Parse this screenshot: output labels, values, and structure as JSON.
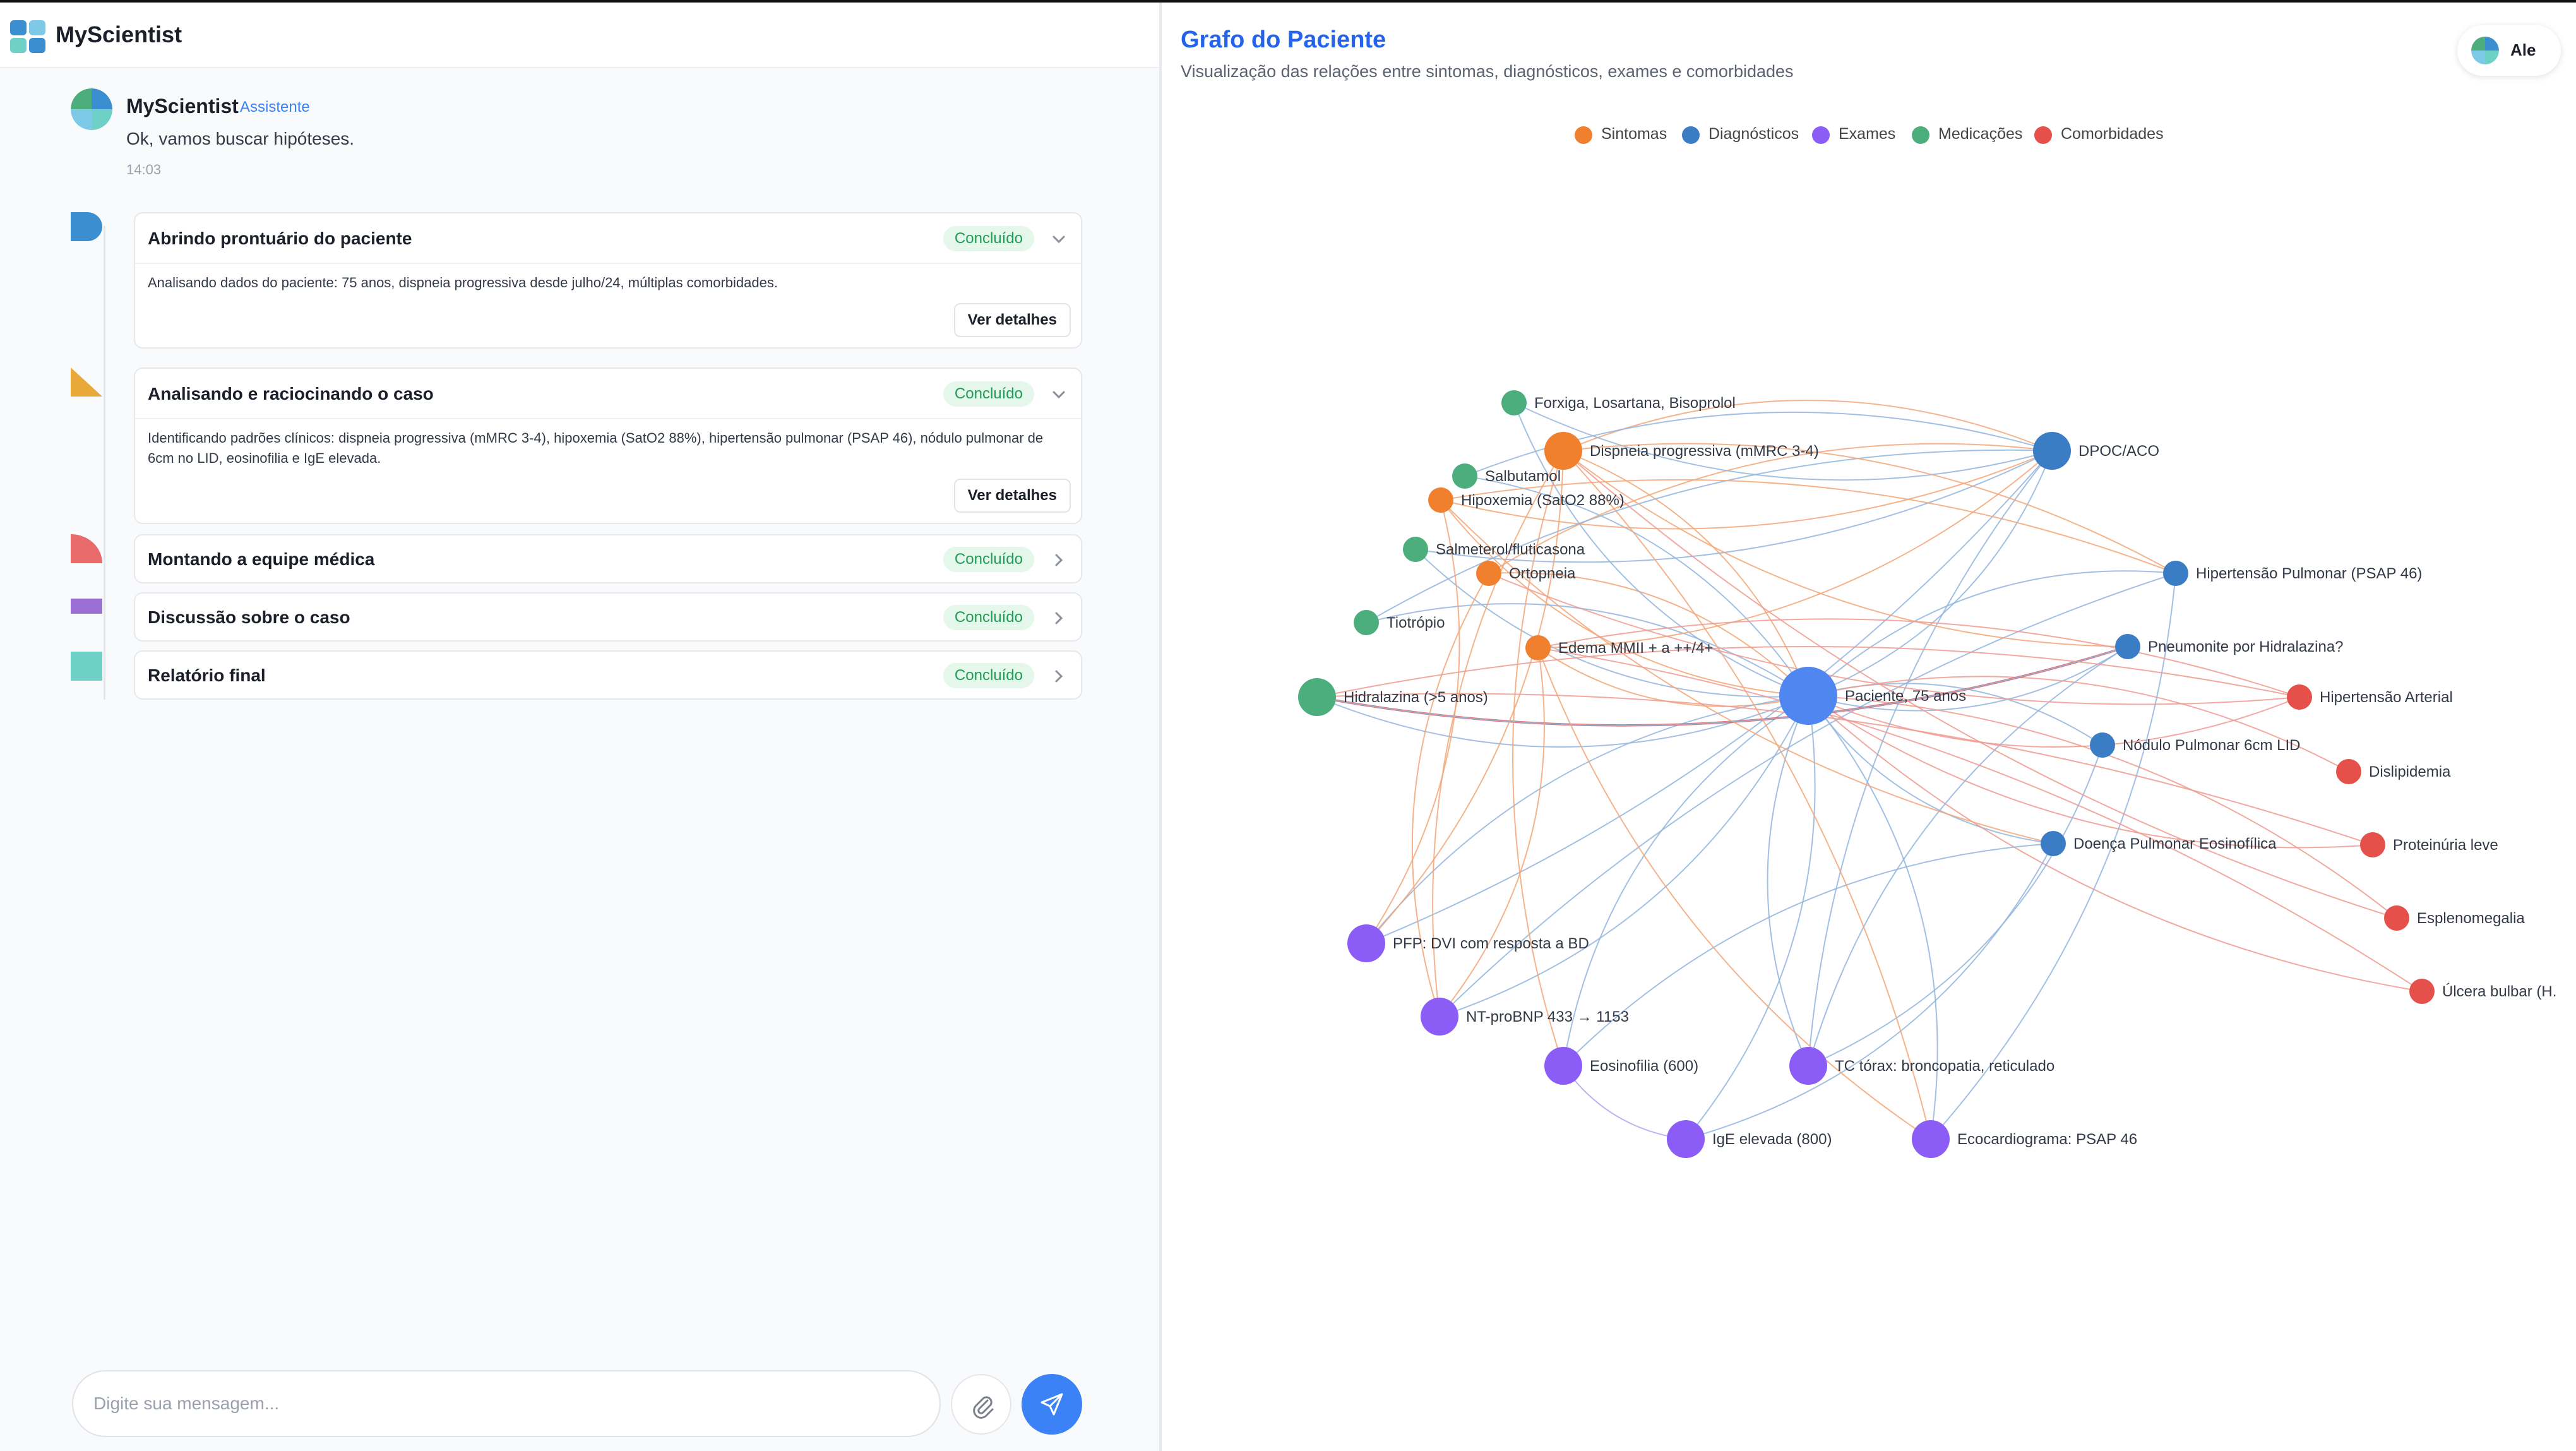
{
  "app": {
    "name": "MyScientist",
    "logo_icon": "myscientist-logo-icon"
  },
  "message": {
    "sender": "MyScientist",
    "role": "Assistente",
    "text": "Ok, vamos buscar hipóteses.",
    "time": "14:03"
  },
  "steps": [
    {
      "title": "Abrindo prontuário do paciente",
      "status": "Concluído",
      "expanded": true,
      "body": "Analisando dados do paciente: 75 anos, dispneia progressiva desde julho/24, múltiplas comorbidades.",
      "details_label": "Ver detalhes",
      "marker_color": "#3b8ed0"
    },
    {
      "title": "Analisando e raciocinando o caso",
      "status": "Concluído",
      "expanded": true,
      "body": "Identificando padrões clínicos: dispneia progressiva (mMRC 3-4), hipoxemia (SatO2 88%), hipertensão pulmonar (PSAP 46), nódulo pulmonar de 6cm no LID, eosinofilia e IgE elevada.",
      "details_label": "Ver detalhes",
      "marker_color": "#e9a93a"
    },
    {
      "title": "Montando a equipe médica",
      "status": "Concluído",
      "expanded": false,
      "marker_color": "#e86a6a"
    },
    {
      "title": "Discussão sobre o caso",
      "status": "Concluído",
      "expanded": false,
      "marker_color": "#9b6fd6"
    },
    {
      "title": "Relatório final",
      "status": "Concluído",
      "expanded": false,
      "marker_color": "#6fd0c8"
    }
  ],
  "composer": {
    "placeholder": "Digite sua mensagem...",
    "value": "",
    "attach_icon": "paperclip-icon",
    "send_icon": "send-icon"
  },
  "graph_panel": {
    "title": "Grafo do Paciente",
    "subtitle": "Visualização das relações entre sintomas, diagnósticos, exames e comorbidades",
    "user": "Ale"
  },
  "legend": [
    {
      "key": "sintomas",
      "label": "Sintomas",
      "color": "#f07f2e"
    },
    {
      "key": "diagnosticos",
      "label": "Diagnósticos",
      "color": "#3b7dc4"
    },
    {
      "key": "exames",
      "label": "Exames",
      "color": "#8b5cf6"
    },
    {
      "key": "medicacoes",
      "label": "Medicações",
      "color": "#4cae7c"
    },
    {
      "key": "comorbidades",
      "label": "Comorbidades",
      "color": "#e5504a"
    }
  ],
  "graph": {
    "nodes": [
      {
        "id": "pac",
        "label": "Paciente, 75 anos",
        "group": "diagnosticos",
        "color": "#4f86f0",
        "size": "large"
      },
      {
        "id": "dpoc",
        "label": "DPOC/ACO",
        "group": "diagnosticos",
        "size": "medium"
      },
      {
        "id": "hp",
        "label": "Hipertensão Pulmonar (PSAP 46)",
        "group": "diagnosticos"
      },
      {
        "id": "pneum",
        "label": "Pneumonite por Hidralazina?",
        "group": "diagnosticos"
      },
      {
        "id": "nod",
        "label": "Nódulo Pulmonar 6cm LID",
        "group": "diagnosticos"
      },
      {
        "id": "dpe",
        "label": "Doença Pulmonar Eosinofílica",
        "group": "diagnosticos"
      },
      {
        "id": "disp",
        "label": "Dispneia progressiva (mMRC 3-4)",
        "group": "sintomas",
        "size": "medium"
      },
      {
        "id": "hipox",
        "label": "Hipoxemia (SatO2 88%)",
        "group": "sintomas"
      },
      {
        "id": "ortop",
        "label": "Ortopneia",
        "group": "sintomas"
      },
      {
        "id": "edema",
        "label": "Edema MMII + a ++/4+",
        "group": "sintomas"
      },
      {
        "id": "forx",
        "label": "Forxiga, Losartana, Bisoprolol",
        "group": "medicacoes"
      },
      {
        "id": "salb",
        "label": "Salbutamol",
        "group": "medicacoes"
      },
      {
        "id": "salm",
        "label": "Salmeterol/fluticasona",
        "group": "medicacoes"
      },
      {
        "id": "tiot",
        "label": "Tiotrópio",
        "group": "medicacoes"
      },
      {
        "id": "hidr",
        "label": "Hidralazina (>5 anos)",
        "group": "medicacoes",
        "size": "medium"
      },
      {
        "id": "pfp",
        "label": "PFP: DVI com resposta a BD",
        "group": "exames",
        "size": "medium"
      },
      {
        "id": "ntp",
        "label": "NT-proBNP 433 → 1153",
        "group": "exames",
        "size": "medium"
      },
      {
        "id": "eos",
        "label": "Eosinofilia (600)",
        "group": "exames",
        "size": "medium"
      },
      {
        "id": "ige",
        "label": "IgE elevada (800)",
        "group": "exames",
        "size": "medium"
      },
      {
        "id": "tc",
        "label": "TC tórax: broncopatia, reticulado",
        "group": "exames",
        "size": "medium"
      },
      {
        "id": "eco",
        "label": "Ecocardiograma: PSAP 46",
        "group": "exames",
        "size": "medium"
      },
      {
        "id": "hta",
        "label": "Hipertensão Arterial",
        "group": "comorbidades"
      },
      {
        "id": "disl",
        "label": "Dislipidemia",
        "group": "comorbidades"
      },
      {
        "id": "prot",
        "label": "Proteinúria leve",
        "group": "comorbidades"
      },
      {
        "id": "esp",
        "label": "Esplenomegalia",
        "group": "comorbidades"
      },
      {
        "id": "ulc",
        "label": "Úlcera bulbar (H.",
        "group": "comorbidades"
      }
    ],
    "edges": [
      [
        "pac",
        "disp"
      ],
      [
        "pac",
        "hipox"
      ],
      [
        "pac",
        "ortop"
      ],
      [
        "pac",
        "edema"
      ],
      [
        "pac",
        "dpoc"
      ],
      [
        "pac",
        "hp"
      ],
      [
        "pac",
        "pneum"
      ],
      [
        "pac",
        "nod"
      ],
      [
        "pac",
        "dpe"
      ],
      [
        "pac",
        "forx"
      ],
      [
        "pac",
        "salb"
      ],
      [
        "pac",
        "salm"
      ],
      [
        "pac",
        "tiot"
      ],
      [
        "pac",
        "hidr"
      ],
      [
        "pac",
        "pfp"
      ],
      [
        "pac",
        "ntp"
      ],
      [
        "pac",
        "eos"
      ],
      [
        "pac",
        "ige"
      ],
      [
        "pac",
        "tc"
      ],
      [
        "pac",
        "eco"
      ],
      [
        "pac",
        "hta"
      ],
      [
        "pac",
        "disl"
      ],
      [
        "pac",
        "prot"
      ],
      [
        "pac",
        "esp"
      ],
      [
        "pac",
        "ulc"
      ],
      [
        "disp",
        "dpoc"
      ],
      [
        "hipox",
        "dpoc"
      ],
      [
        "ortop",
        "dpoc"
      ],
      [
        "edema",
        "dpoc"
      ],
      [
        "salb",
        "dpoc"
      ],
      [
        "salm",
        "dpoc"
      ],
      [
        "tiot",
        "dpoc"
      ],
      [
        "forx",
        "dpoc"
      ],
      [
        "dpoc",
        "pfp"
      ],
      [
        "dpoc",
        "tc"
      ],
      [
        "hp",
        "eco"
      ],
      [
        "hp",
        "ntp"
      ],
      [
        "pneum",
        "hidr"
      ],
      [
        "pneum",
        "tc"
      ],
      [
        "nod",
        "tc"
      ],
      [
        "dpe",
        "eos"
      ],
      [
        "dpe",
        "ige"
      ],
      [
        "eos",
        "ige"
      ],
      [
        "disp",
        "pfp"
      ],
      [
        "disp",
        "ntp"
      ],
      [
        "disp",
        "eco"
      ],
      [
        "disp",
        "eos"
      ],
      [
        "hipox",
        "pfp"
      ],
      [
        "ortop",
        "ntp"
      ],
      [
        "edema",
        "ntp"
      ],
      [
        "edema",
        "eco"
      ],
      [
        "disp",
        "hp"
      ],
      [
        "disp",
        "pneum"
      ],
      [
        "hipox",
        "hp"
      ],
      [
        "hipox",
        "dpe"
      ],
      [
        "edema",
        "hta"
      ],
      [
        "ortop",
        "hta"
      ],
      [
        "hidr",
        "hta"
      ],
      [
        "hidr",
        "pneum"
      ],
      [
        "hidr",
        "prot"
      ],
      [
        "disp",
        "esp"
      ],
      [
        "edema",
        "ulc"
      ]
    ]
  }
}
